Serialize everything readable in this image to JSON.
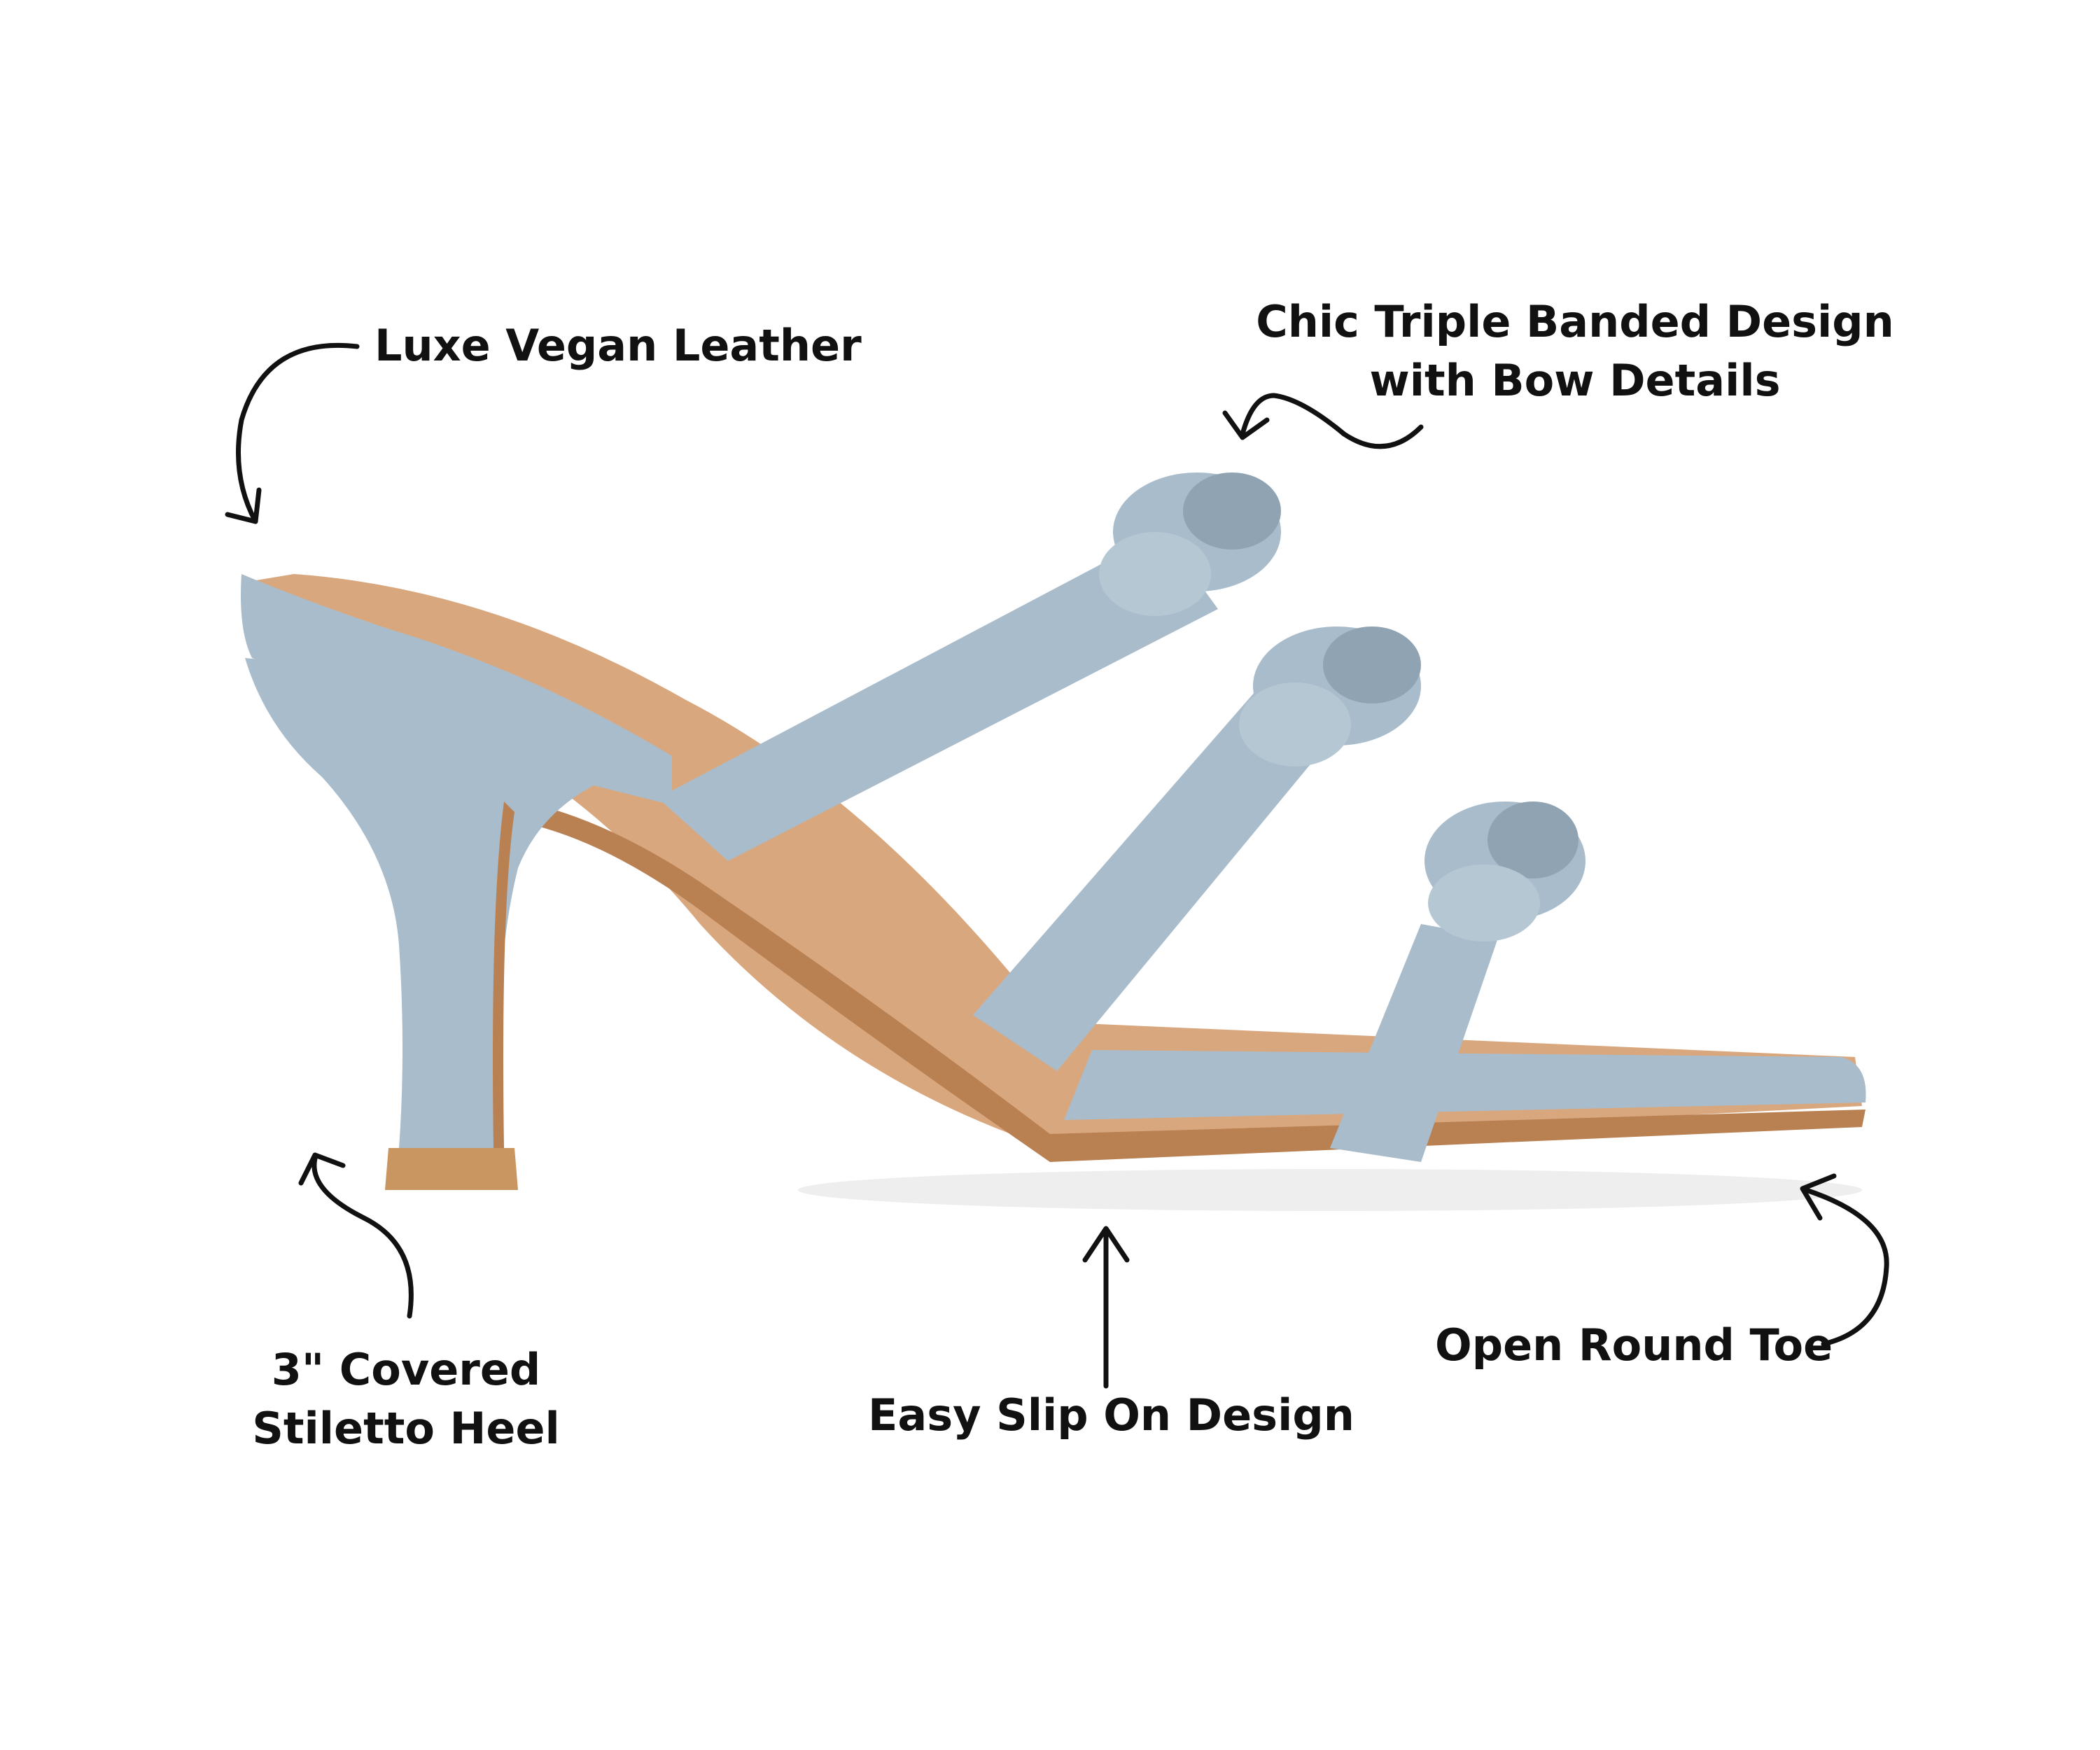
{
  "callouts": {
    "luxe": "Luxe Vegan Leather",
    "chic_line1": "Chic Triple Banded Design",
    "chic_line2": "with Bow Details",
    "heel_line1": "3\" Covered",
    "heel_line2": "Stiletto Heel",
    "slip": "Easy Slip On Design",
    "toe": "Open Round Toe"
  },
  "colors": {
    "strap": "#a9bccb",
    "strap_shadow": "#8fa3b3",
    "insole": "#d9a77e",
    "sole_edge": "#b98052",
    "heel_tip": "#c99561",
    "text": "#111111",
    "arrow": "#111111"
  }
}
